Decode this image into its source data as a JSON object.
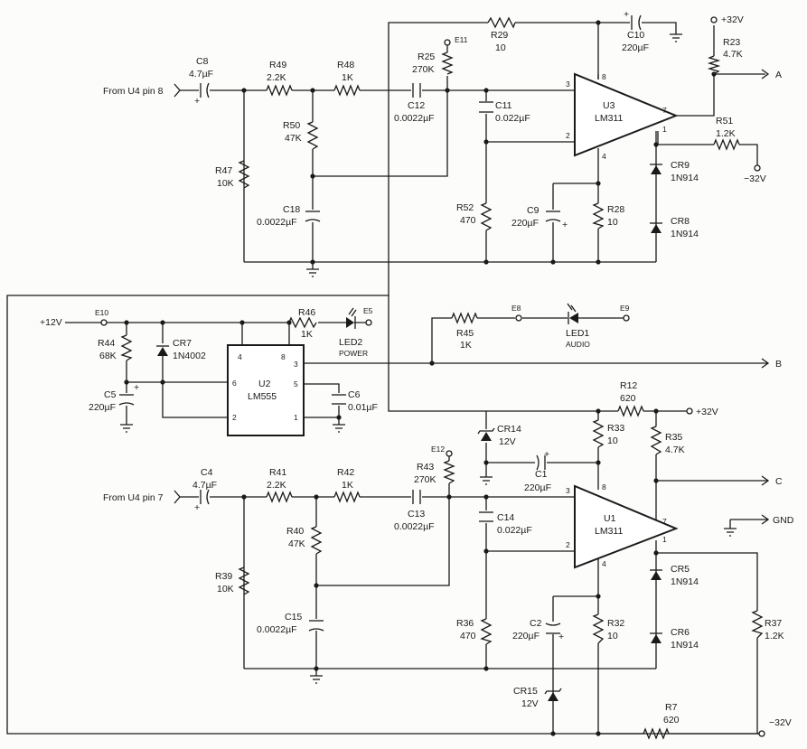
{
  "rails": {
    "plus32_top": "+32V",
    "minus32_top": "−32V",
    "plus12": "+12V",
    "plus32_mid": "+32V",
    "minus32_bot": "−32V",
    "gnd": "GND"
  },
  "inputs": {
    "u4_pin8": "From U4 pin 8",
    "u4_pin7": "From U4 pin 7"
  },
  "outputs": {
    "a": "A",
    "b": "B",
    "c": "C"
  },
  "terminals": {
    "e5": "E5",
    "e8": "E8",
    "e9": "E9",
    "e10": "E10",
    "e11": "E11",
    "e12": "E12"
  },
  "ics": [
    {
      "ref": "U3",
      "part": "LM311"
    },
    {
      "ref": "U2",
      "part": "LM555"
    },
    {
      "ref": "U1",
      "part": "LM311"
    }
  ],
  "pins": {
    "u3": {
      "p3": "3",
      "p2": "2",
      "p8": "8",
      "p4": "4",
      "p7": "7",
      "p1": "1"
    },
    "u2": {
      "p4": "4",
      "p8": "8",
      "p6": "6",
      "p2": "2",
      "p3": "3",
      "p5": "5",
      "p1": "1"
    },
    "u1": {
      "p3": "3",
      "p2": "2",
      "p8": "8",
      "p4": "4",
      "p7": "7",
      "p1": "1"
    }
  },
  "resistors": {
    "r29": {
      "ref": "R29",
      "value": "10"
    },
    "r23": {
      "ref": "R23",
      "value": "4.7K"
    },
    "r25": {
      "ref": "R25",
      "value": "270K"
    },
    "r49": {
      "ref": "R49",
      "value": "2.2K"
    },
    "r48": {
      "ref": "R48",
      "value": "1K"
    },
    "r50": {
      "ref": "R50",
      "value": "47K"
    },
    "r47": {
      "ref": "R47",
      "value": "10K"
    },
    "r52": {
      "ref": "R52",
      "value": "470"
    },
    "r28": {
      "ref": "R28",
      "value": "10"
    },
    "r51": {
      "ref": "R51",
      "value": "1.2K"
    },
    "r44": {
      "ref": "R44",
      "value": "68K"
    },
    "r46": {
      "ref": "R46",
      "value": "1K"
    },
    "r45": {
      "ref": "R45",
      "value": "1K"
    },
    "r12": {
      "ref": "R12",
      "value": "620"
    },
    "r33": {
      "ref": "R33",
      "value": "10"
    },
    "r35": {
      "ref": "R35",
      "value": "4.7K"
    },
    "r43": {
      "ref": "R43",
      "value": "270K"
    },
    "r41": {
      "ref": "R41",
      "value": "2.2K"
    },
    "r42": {
      "ref": "R42",
      "value": "1K"
    },
    "r40": {
      "ref": "R40",
      "value": "47K"
    },
    "r39": {
      "ref": "R39",
      "value": "10K"
    },
    "r36": {
      "ref": "R36",
      "value": "470"
    },
    "r32": {
      "ref": "R32",
      "value": "10"
    },
    "r37": {
      "ref": "R37",
      "value": "1.2K"
    },
    "r7": {
      "ref": "R7",
      "value": "620"
    }
  },
  "capacitors": {
    "c8": {
      "ref": "C8",
      "value": "4.7µF"
    },
    "c12": {
      "ref": "C12",
      "value": "0.0022µF"
    },
    "c11": {
      "ref": "C11",
      "value": "0.022µF"
    },
    "c10": {
      "ref": "C10",
      "value": "220µF"
    },
    "c18": {
      "ref": "C18",
      "value": "0.0022µF"
    },
    "c9": {
      "ref": "C9",
      "value": "220µF"
    },
    "c5": {
      "ref": "C5",
      "value": "220µF"
    },
    "c6": {
      "ref": "C6",
      "value": "0.01µF"
    },
    "c4": {
      "ref": "C4",
      "value": "4.7µF"
    },
    "c13": {
      "ref": "C13",
      "value": "0.0022µF"
    },
    "c14": {
      "ref": "C14",
      "value": "0.022µF"
    },
    "c1": {
      "ref": "C1",
      "value": "220µF"
    },
    "c15": {
      "ref": "C15",
      "value": "0.0022µF"
    },
    "c2": {
      "ref": "C2",
      "value": "220µF"
    }
  },
  "diodes": {
    "cr9": {
      "ref": "CR9",
      "value": "1N914"
    },
    "cr8": {
      "ref": "CR8",
      "value": "1N914"
    },
    "cr7": {
      "ref": "CR7",
      "value": "1N4002"
    },
    "cr14": {
      "ref": "CR14",
      "value": "12V"
    },
    "cr5": {
      "ref": "CR5",
      "value": "1N914"
    },
    "cr6": {
      "ref": "CR6",
      "value": "1N914"
    },
    "cr15": {
      "ref": "CR15",
      "value": "12V"
    }
  },
  "leds": {
    "led2": {
      "ref": "LED2",
      "desc": "POWER"
    },
    "led1": {
      "ref": "LED1",
      "desc": "AUDIO"
    }
  },
  "polarity_marks": {
    "plus": "+"
  }
}
